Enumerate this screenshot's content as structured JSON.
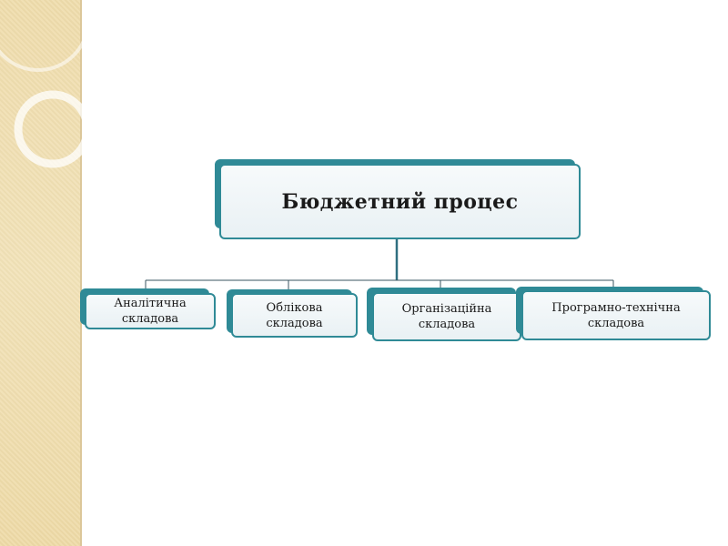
{
  "diagram": {
    "root": {
      "label": "Бюджетний процес"
    },
    "children": [
      {
        "line1": "Аналітична",
        "line2": "складова"
      },
      {
        "line1": "Облікова",
        "line2": "складова"
      },
      {
        "line1": "Організаційна",
        "line2": "складова"
      },
      {
        "line1": "Програмно-технічна",
        "line2": "складова"
      }
    ]
  },
  "colors": {
    "accent": "#2f8a96",
    "band": "#efdcab",
    "box_fill": "#eef4f6"
  }
}
